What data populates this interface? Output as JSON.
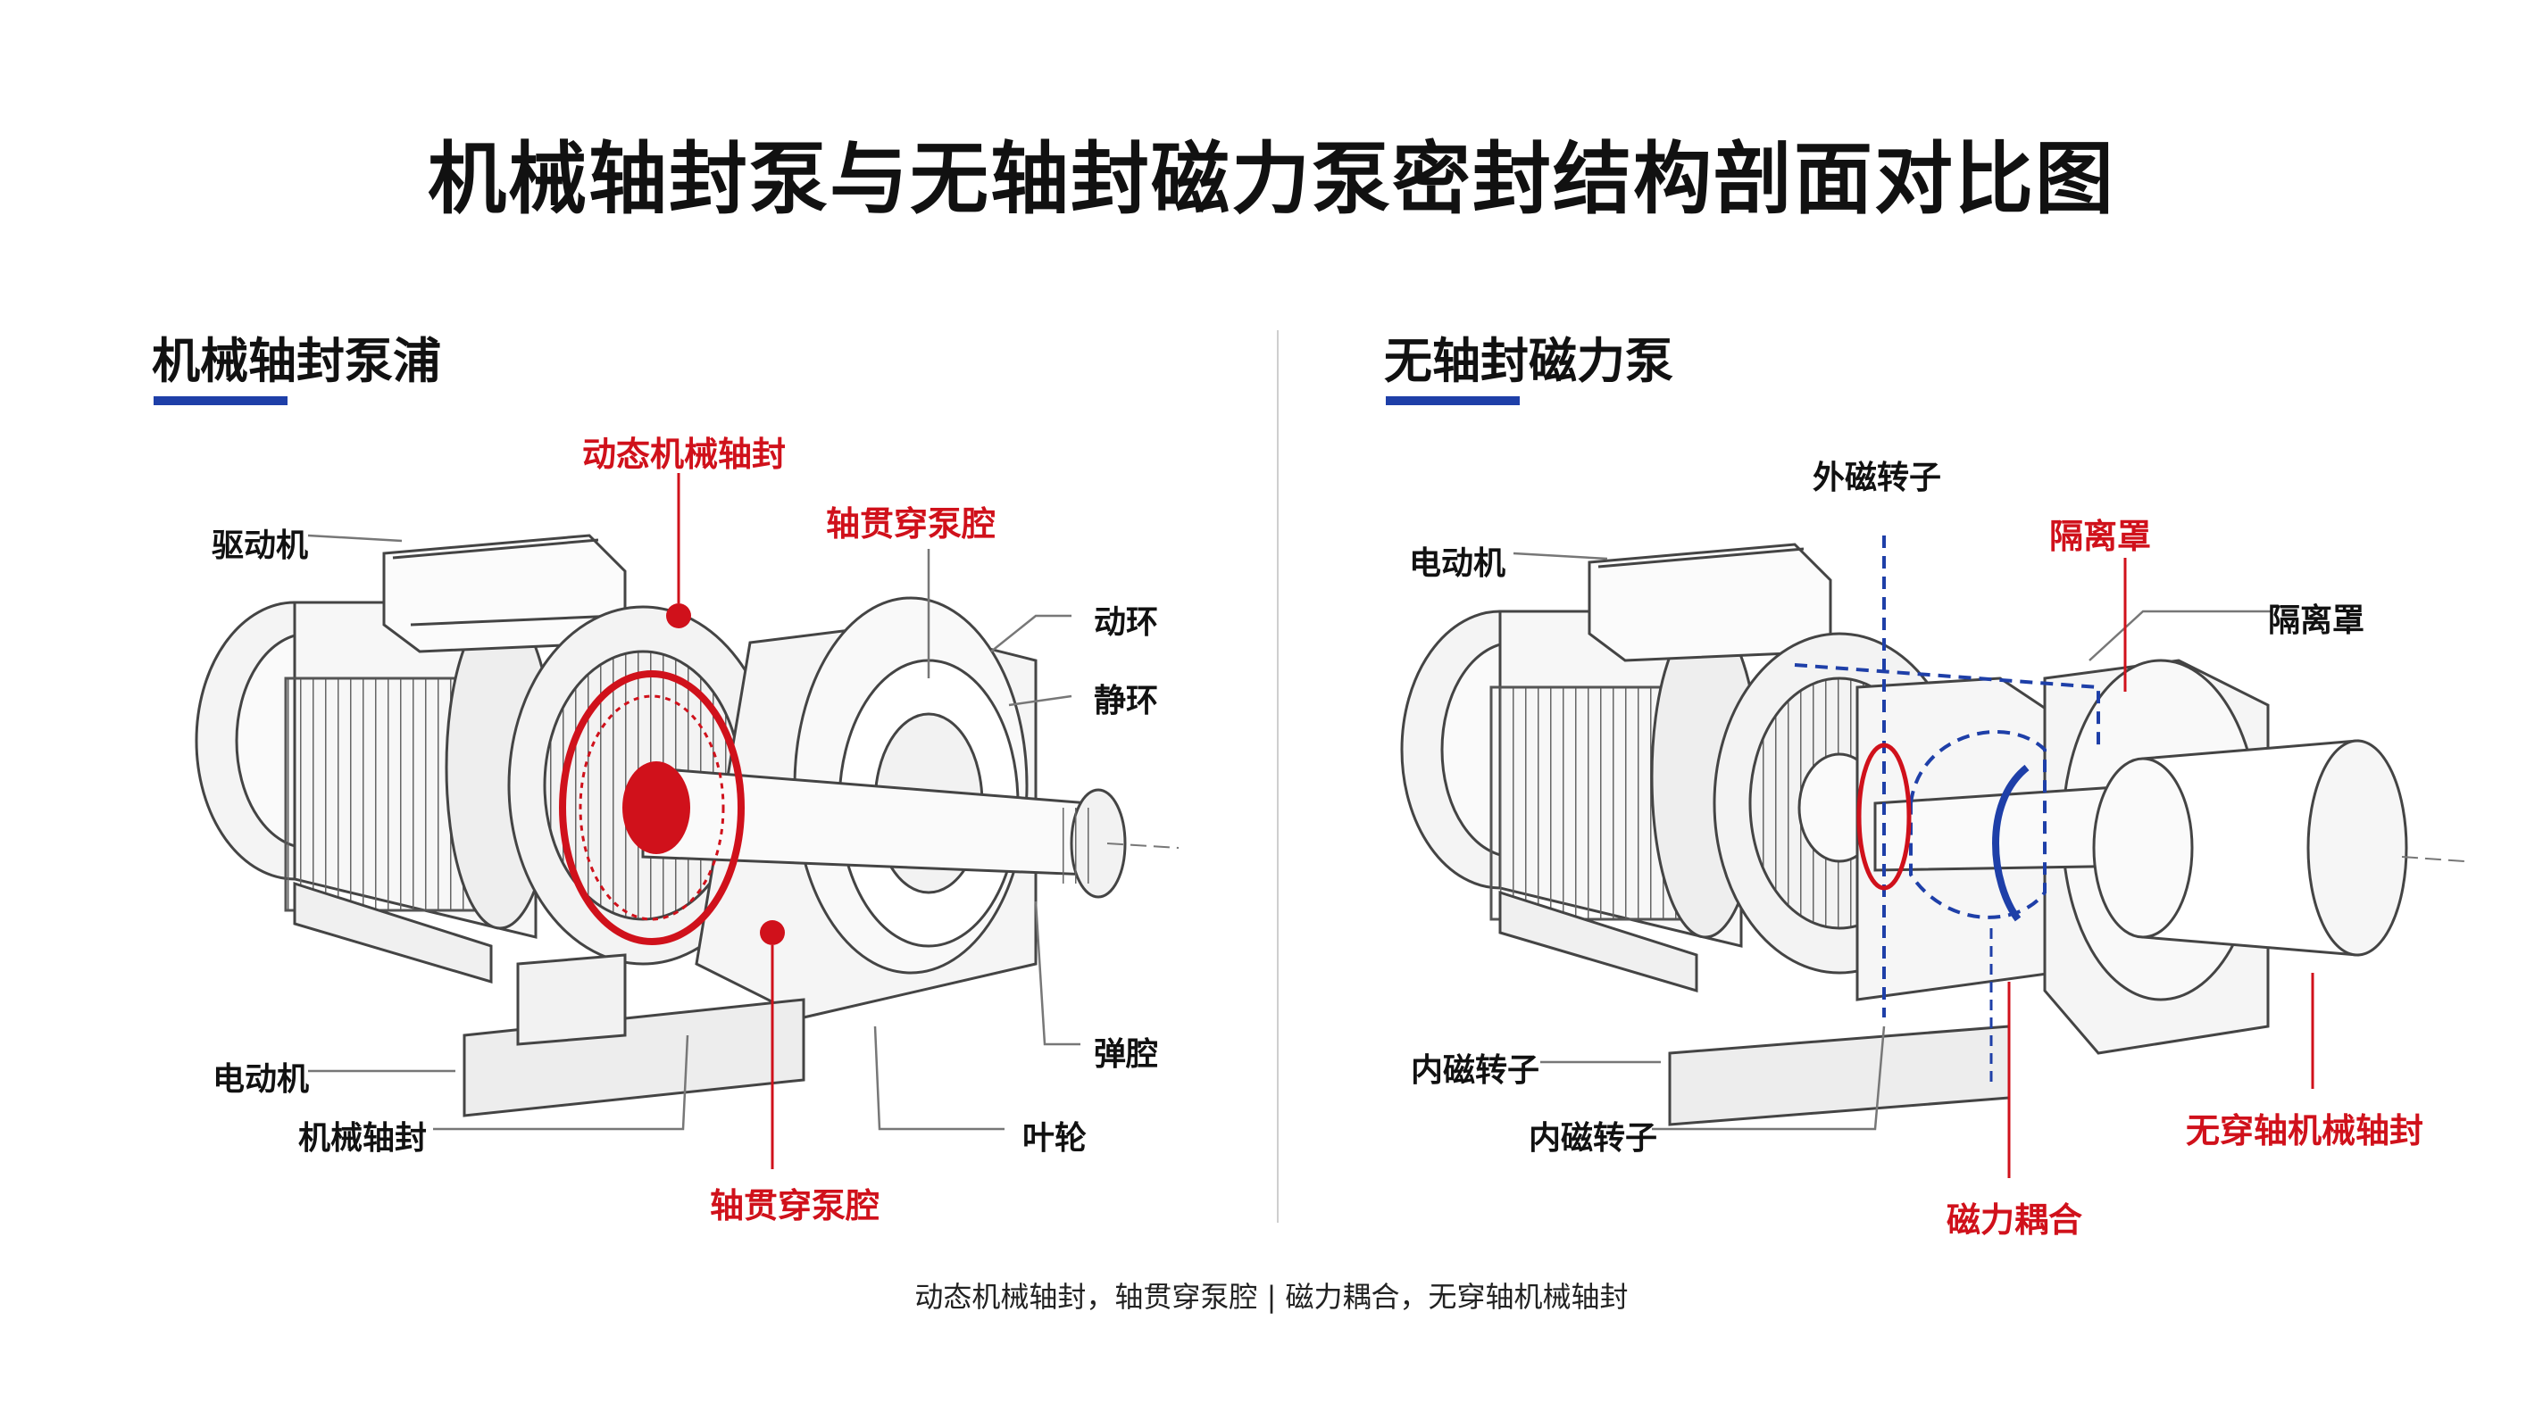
{
  "title": "机械轴封泵与无轴封磁力泵密封结构剖面对比图",
  "left_panel": {
    "heading": "机械轴封泵浦",
    "labels": {
      "drive_motor": "驱动机",
      "dynamic_seal": "动态机械轴封",
      "shaft_through_top": "轴贯穿泵腔",
      "rotating_ring": "动环",
      "static_ring": "静环",
      "spring_chamber": "弹腔",
      "electric_motor": "电动机",
      "mechanical_seal": "机械轴封",
      "impeller": "叶轮",
      "shaft_through_bottom": "轴贯穿泵腔"
    }
  },
  "right_panel": {
    "heading": "无轴封磁力泵",
    "labels": {
      "outer_rotor": "外磁转子",
      "isolation_cover_red": "隔离罩",
      "electric_motor": "电动机",
      "isolation_cover": "隔离罩",
      "inner_rotor_1": "内磁转子",
      "inner_rotor_2": "内磁转子",
      "no_shaft_seal": "无穿轴机械轴封",
      "magnetic_coupling": "磁力耦合"
    }
  },
  "caption": "动态机械轴封，轴贯穿泵腔 | 磁力耦合，无穿轴机械轴封",
  "colors": {
    "highlight_red": "#d0111b",
    "accent_blue": "#1e3fa8",
    "line_gray": "#555555"
  }
}
